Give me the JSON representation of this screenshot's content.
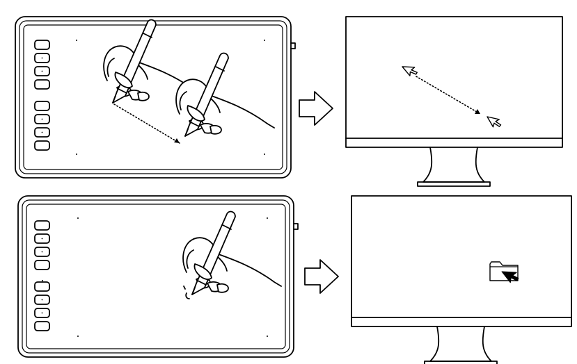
{
  "illustration": {
    "panels": [
      {
        "id": "move-cursor",
        "tablet": {
          "express_keys": 8
        },
        "gesture": "pen-hover-drag",
        "screen_content": "cursor-moving-along-dotted-path"
      },
      {
        "id": "tap-click",
        "tablet": {
          "express_keys": 8
        },
        "gesture": "pen-tip-tap",
        "screen_content": "cursor-clicking-folder-icon"
      }
    ],
    "icons": [
      "pen-icon",
      "hand-icon",
      "arrow-right-icon",
      "monitor-icon",
      "cursor-icon",
      "folder-icon"
    ],
    "colors": {
      "line": "#000000",
      "background": "#ffffff",
      "cursor_fill": "#000000"
    }
  }
}
